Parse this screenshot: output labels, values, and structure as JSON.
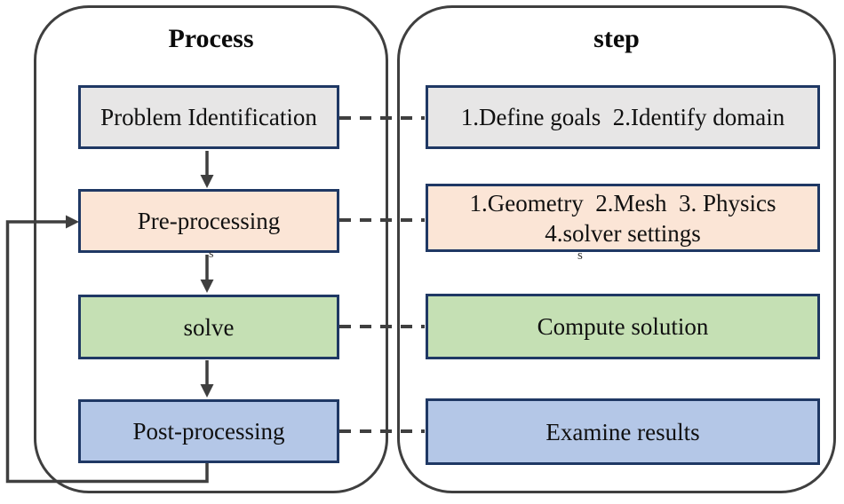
{
  "colors": {
    "line": "#3f3f3f",
    "box-border": "#1f3864",
    "fill-gray": "#e7e6e6",
    "fill-peach": "#fbe5d6",
    "fill-green": "#c5e0b4",
    "fill-blue": "#b4c7e7"
  },
  "process_panel": {
    "title": "Process",
    "items": [
      {
        "label": "Problem Identification",
        "color": "#e7e6e6"
      },
      {
        "label": "Pre-processing",
        "color": "#fbe5d6"
      },
      {
        "label": "solve",
        "color": "#c5e0b4"
      },
      {
        "label": "Post-processing",
        "color": "#b4c7e7"
      }
    ]
  },
  "step_panel": {
    "title": "step",
    "items": [
      {
        "label": "1.Define goals  2.Identify domain",
        "color": "#e7e6e6"
      },
      {
        "label": "1.Geometry  2.Mesh  3. Physics\n4.solver settings",
        "color": "#fbe5d6"
      },
      {
        "label": "Compute solution",
        "color": "#c5e0b4"
      },
      {
        "label": "Examine results",
        "color": "#b4c7e7"
      }
    ]
  },
  "stray_glyphs": {
    "left": "s",
    "right": "s"
  }
}
